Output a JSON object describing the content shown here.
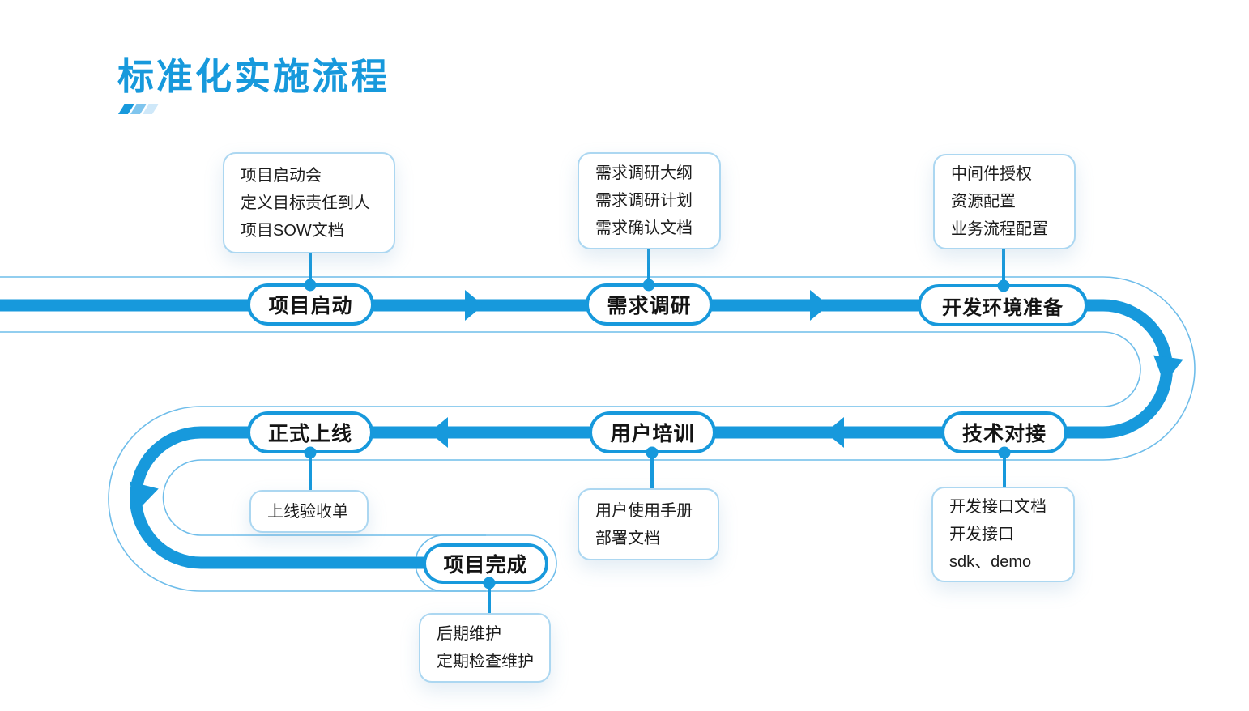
{
  "title": "标准化实施流程",
  "colors": {
    "primary": "#1799DC",
    "thin_track_line": "#6FBDEA",
    "callout_border": "#ACD7F1",
    "text_dark": "#1C1C1C"
  },
  "nodes": [
    {
      "id": "project-kickoff",
      "label": "项目启动"
    },
    {
      "id": "requirements-research",
      "label": "需求调研"
    },
    {
      "id": "dev-env-preparation",
      "label": "开发环境准备"
    },
    {
      "id": "technical-integration",
      "label": "技术对接"
    },
    {
      "id": "user-training",
      "label": "用户培训"
    },
    {
      "id": "official-launch",
      "label": "正式上线"
    },
    {
      "id": "project-completion",
      "label": "项目完成"
    }
  ],
  "callouts": [
    {
      "for": "project-kickoff",
      "lines": [
        "项目启动会",
        "定义目标责任到人",
        "项目SOW文档"
      ]
    },
    {
      "for": "requirements-research",
      "lines": [
        "需求调研大纲",
        "需求调研计划",
        "需求确认文档"
      ]
    },
    {
      "for": "dev-env-preparation",
      "lines": [
        "中间件授权",
        "资源配置",
        "业务流程配置"
      ]
    },
    {
      "for": "technical-integration",
      "lines": [
        "开发接口文档",
        "开发接口",
        "sdk、demo"
      ]
    },
    {
      "for": "user-training",
      "lines": [
        "用户使用手册",
        "部署文档"
      ]
    },
    {
      "for": "official-launch",
      "lines": [
        "上线验收单"
      ]
    },
    {
      "for": "project-completion",
      "lines": [
        "后期维护",
        "定期检查维护"
      ]
    }
  ]
}
